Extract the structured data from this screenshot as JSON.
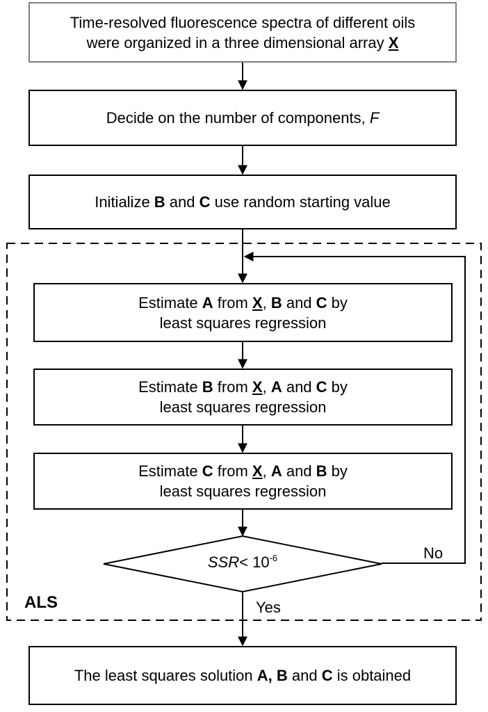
{
  "diagram": {
    "step1": {
      "line1": "Time-resolved fluorescence spectra of different oils",
      "line2_prefix": "were organized in a three dimensional array ",
      "line2_symbol": "X"
    },
    "step2": {
      "prefix": "Decide on the number  of  components, ",
      "symbol": "F"
    },
    "step3": {
      "t1": "Initialize ",
      "b1": "B",
      "t2": " and ",
      "b2": "C",
      "t3": " use random starting value"
    },
    "estimate_a": {
      "t1": "Estimate ",
      "b1": "A",
      "t2": " from ",
      "u1": "X",
      "t3": ", ",
      "b2": "B",
      "t4": " and ",
      "b3": "C",
      "t5": " by",
      "line2": "least squares regression"
    },
    "estimate_b": {
      "t1": "Estimate ",
      "b1": "B",
      "t2": " from ",
      "u1": "X",
      "t3": ", ",
      "b2": "A",
      "t4": " and ",
      "b3": "C",
      "t5": " by",
      "line2": "least squares regression"
    },
    "estimate_c": {
      "t1": "Estimate ",
      "b1": "C",
      "t2": " from ",
      "u1": "X",
      "t3": ", ",
      "b2": "A",
      "t4": " and ",
      "b3": "B",
      "t5": " by",
      "line2": "least squares regression"
    },
    "condition": {
      "var": "SSR",
      "text": "< 10",
      "exp": "-6"
    },
    "no_label": "No",
    "yes_label": "Yes",
    "loop_label": "ALS",
    "result": {
      "t1": "The least squares solution ",
      "b1": "A, B",
      "t2": " and ",
      "b2": "C",
      "t3": " is obtained"
    }
  }
}
